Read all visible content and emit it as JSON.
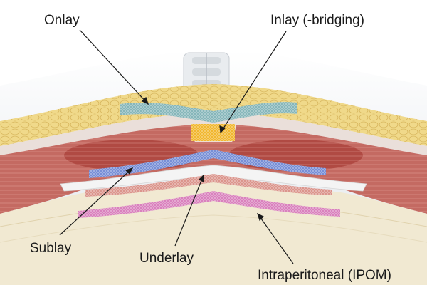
{
  "labels": {
    "onlay": "Onlay",
    "inlay": "Inlay (-bridging)",
    "sublay": "Sublay",
    "underlay": "Underlay",
    "ipom": "Intraperitoneal (IPOM)"
  },
  "colors": {
    "skin_bg": "#dfe4e9",
    "fat": "#f0d98a",
    "fat_dark": "#d9b85a",
    "muscle": "#b5524a",
    "muscle_light": "#cf8a84",
    "fascia": "#e7e2dc",
    "peritoneal": "#f1e9d2",
    "onlay_mesh": "#7fb2b6",
    "inlay_mesh": "#f0b323",
    "sublay_mesh": "#6f88d4",
    "underlay_mesh": "#d98f86",
    "ipom_mesh": "#d77ab9"
  }
}
